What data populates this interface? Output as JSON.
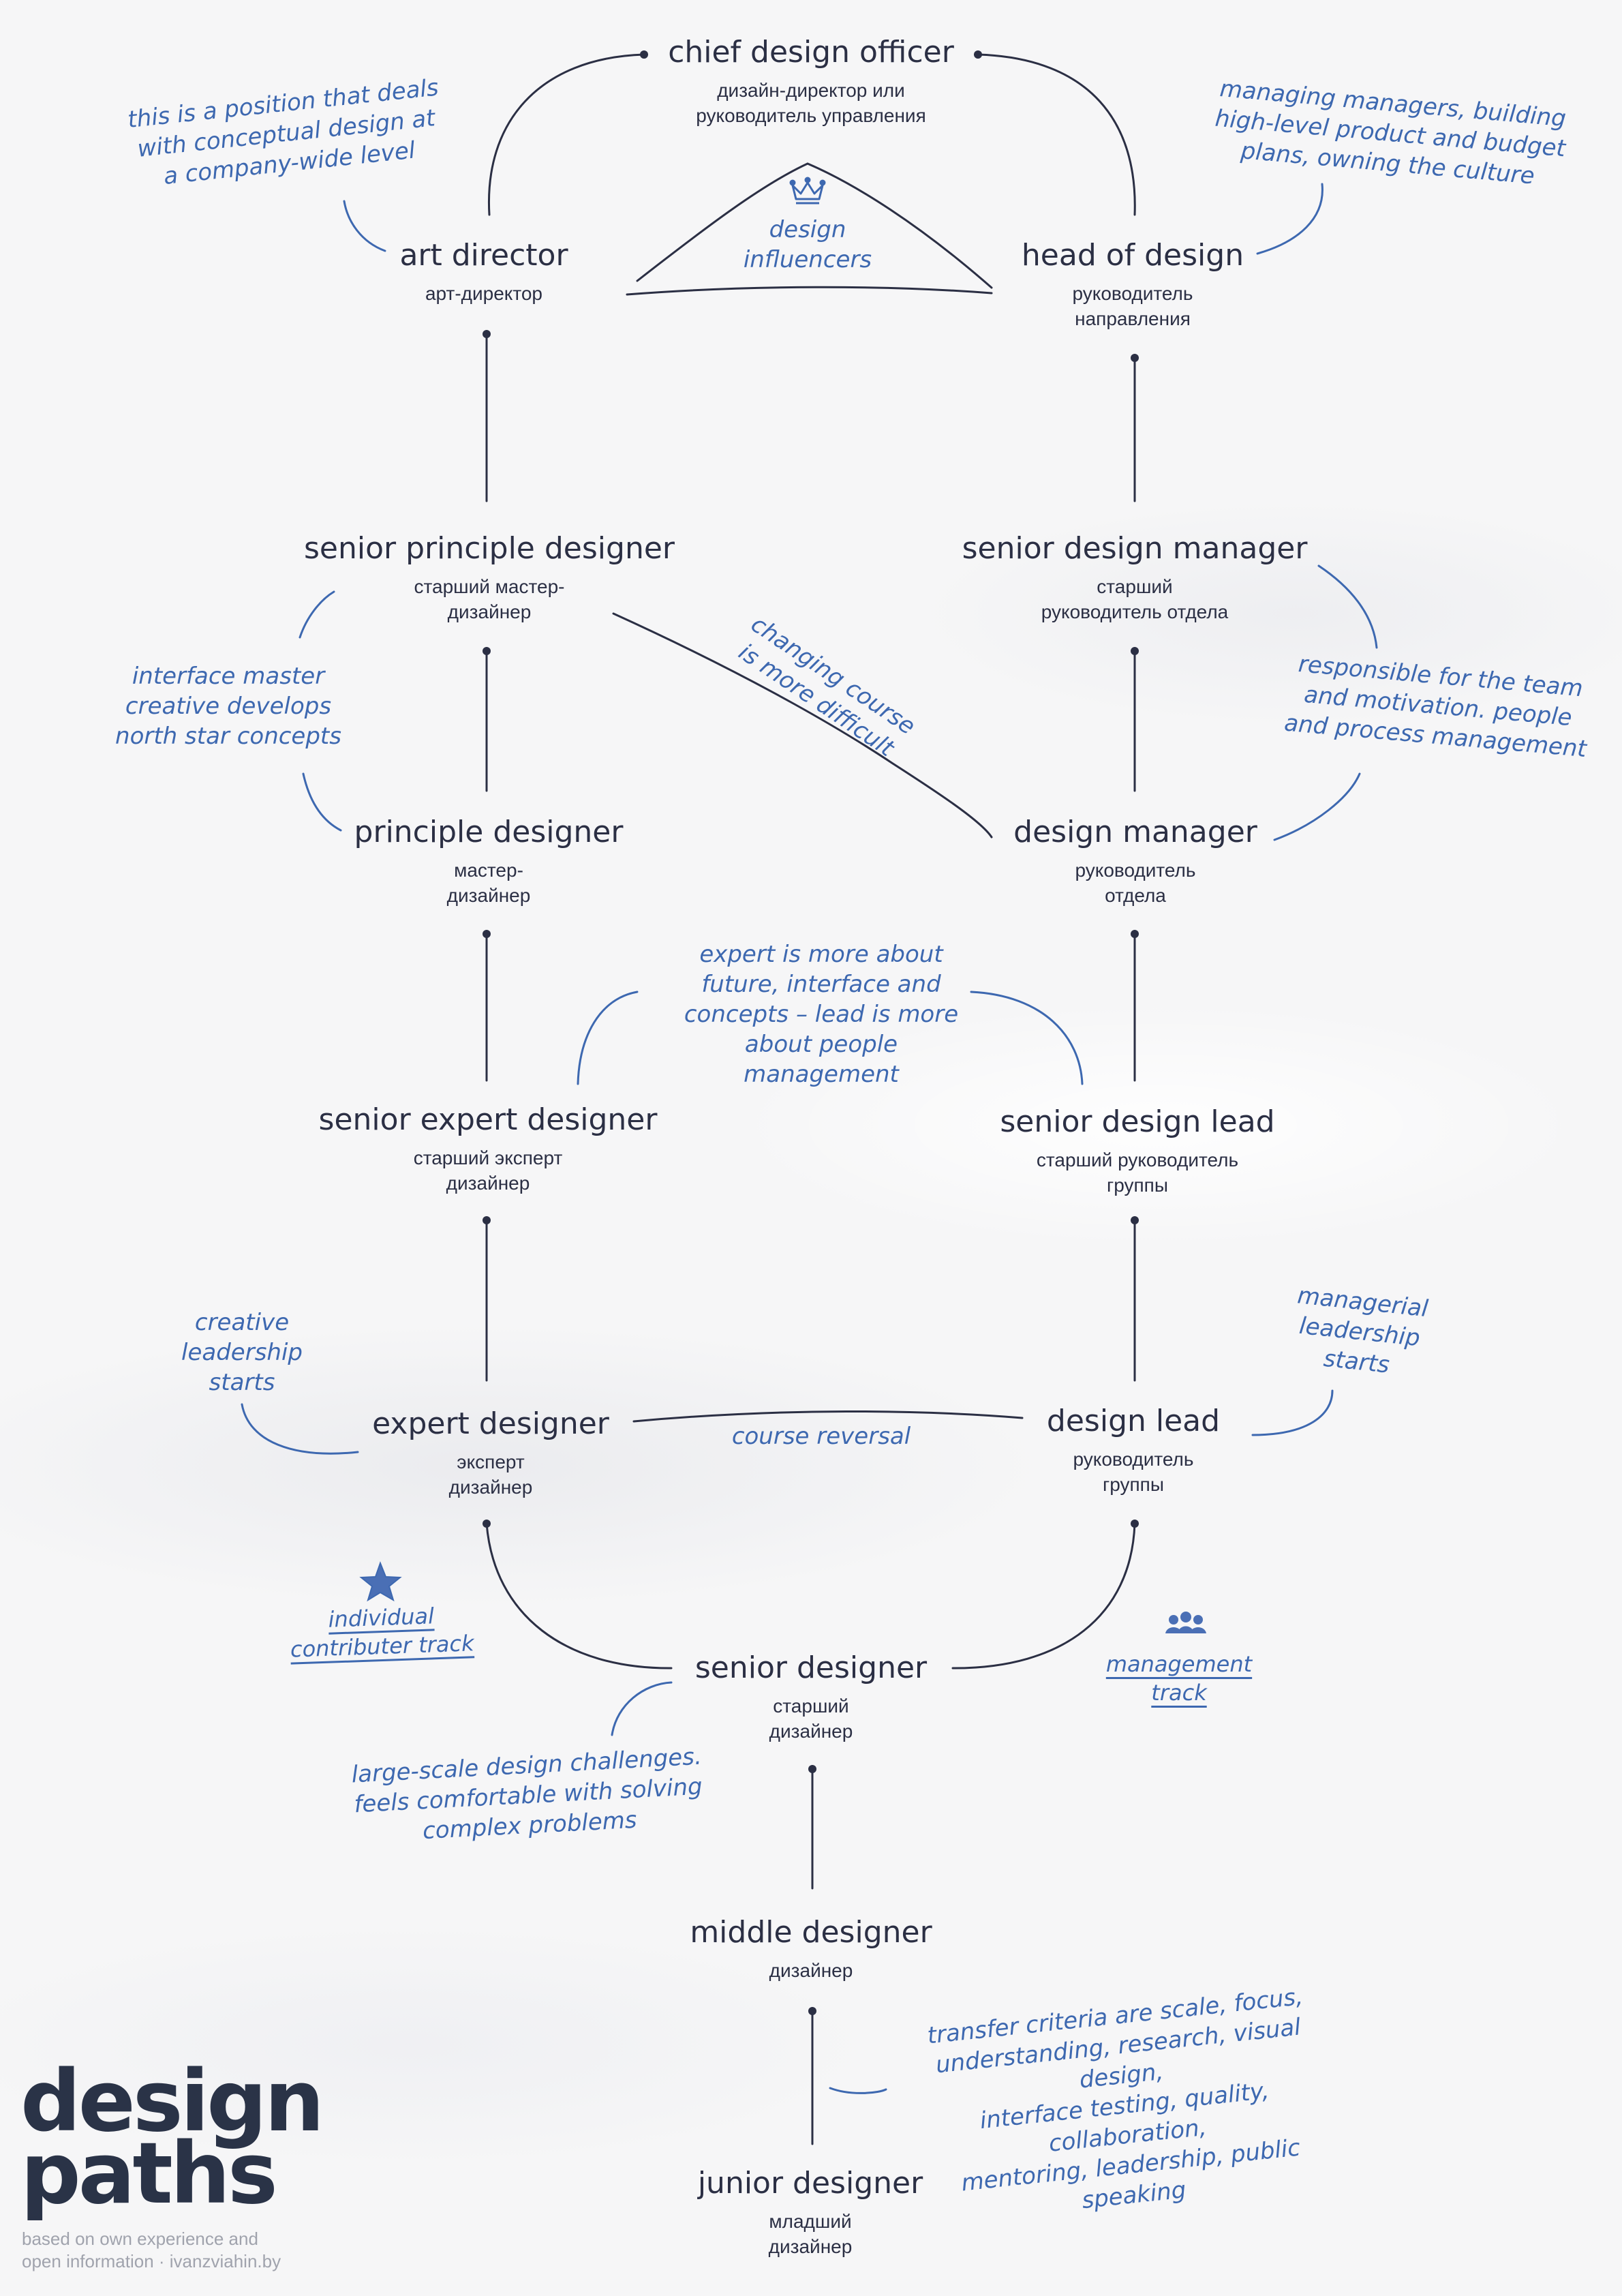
{
  "brand": {
    "logo_text": "design\npaths",
    "credit": "based on own experience and\nopen information · ivanzviahin.by"
  },
  "colors": {
    "ink": "#2b2f44",
    "note_blue": "#3d68b0",
    "muted": "#a0a3ad"
  },
  "nodes": {
    "chief_design_officer": {
      "title": "chief design officer",
      "subtitle": "дизайн-директор или\nруководитель управления"
    },
    "art_director": {
      "title": "art director",
      "subtitle": "арт-директор"
    },
    "head_of_design": {
      "title": "head of design",
      "subtitle": "руководитель\nнаправления"
    },
    "senior_principle_designer": {
      "title": "senior principle designer",
      "subtitle": "старший мастер-\nдизайнер"
    },
    "senior_design_manager": {
      "title": "senior design manager",
      "subtitle": "старший\nруководитель отдела"
    },
    "principle_designer": {
      "title": "principle designer",
      "subtitle": "мастер-\nдизайнер"
    },
    "design_manager": {
      "title": "design manager",
      "subtitle": "руководитель\nотдела"
    },
    "senior_expert_designer": {
      "title": "senior expert designer",
      "subtitle": "старший эксперт\nдизайнер"
    },
    "senior_design_lead": {
      "title": "senior design lead",
      "subtitle": "старший руководитель\nгруппы"
    },
    "expert_designer": {
      "title": "expert designer",
      "subtitle": "эксперт\nдизайнер"
    },
    "design_lead": {
      "title": "design lead",
      "subtitle": "руководитель\nгруппы"
    },
    "senior_designer": {
      "title": "senior designer",
      "subtitle": "старший\nдизайнер"
    },
    "middle_designer": {
      "title": "middle designer",
      "subtitle": "дизайнер"
    },
    "junior_designer": {
      "title": "junior designer",
      "subtitle": "младший\nдизайнер"
    }
  },
  "notes": {
    "art_director_note": "this is a position that deals\nwith conceptual design at\na company-wide level",
    "head_of_design_note": "managing managers, building\nhigh-level product and budget\nplans, owning the culture",
    "design_influencers": "design\ninfluencers",
    "principle_note": "interface master\ncreative develops\nnorth star concepts",
    "changing_course": "changing course\nis more difficult",
    "manager_note": "responsible for the team\nand motivation. people\nand process management",
    "expert_vs_lead": "expert is more about\nfuture, interface and\nconcepts – lead is more\nabout people management",
    "creative_leadership": "creative\nleadership\nstarts",
    "course_reversal": "course reversal",
    "managerial_leadership": "managerial\nleadership\nstarts",
    "senior_note": "large-scale design challenges.\nfeels comfortable with solving\ncomplex problems",
    "transfer_criteria": "transfer criteria are scale, focus,\nunderstanding, research, visual design,\ninterface testing, quality, collaboration,\nmentoring, leadership, public speaking"
  },
  "tracks": {
    "individual": "individual\ncontributer track",
    "management": "management\ntrack"
  },
  "icons": {
    "crown": "crown-icon",
    "star": "star-icon",
    "team": "team-icon"
  }
}
